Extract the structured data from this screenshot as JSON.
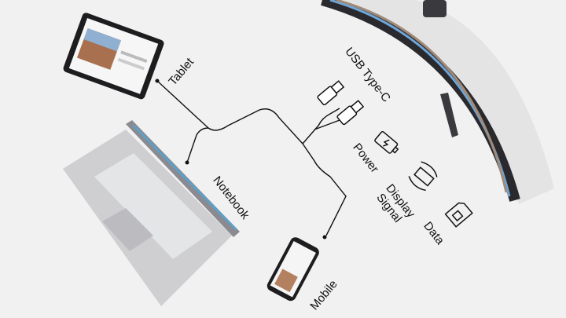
{
  "labels": {
    "tablet": "Tablet",
    "notebook": "Notebook",
    "mobile": "Mobile",
    "usb_type_c": "USB Type-C",
    "power": "Power",
    "display_signal_line1": "Display",
    "display_signal_line2": "Signal",
    "data": "Data"
  },
  "colors": {
    "background": "#f1f1f1",
    "line": "#111111",
    "monitor_frame": "#2a2a2e",
    "laptop_body": "#c9c9cc"
  }
}
